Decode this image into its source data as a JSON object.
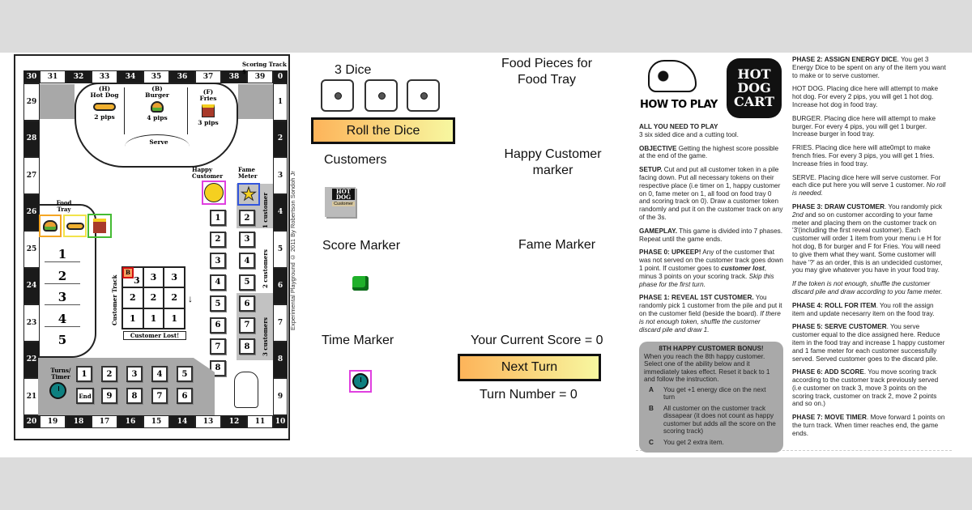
{
  "board": {
    "scoring_track_label": "Scoring Track $",
    "scoring_track": {
      "top": [
        "30",
        "31",
        "32",
        "33",
        "34",
        "35",
        "36",
        "37",
        "38",
        "39",
        "0"
      ],
      "right": [
        "1",
        "2",
        "3",
        "4",
        "5",
        "6",
        "7",
        "8",
        "9"
      ],
      "bottom": [
        "20",
        "19",
        "18",
        "17",
        "16",
        "15",
        "14",
        "13",
        "12",
        "11",
        "10"
      ],
      "left": [
        "29",
        "28",
        "27",
        "26",
        "25",
        "24",
        "23",
        "22",
        "21"
      ]
    },
    "menu": {
      "hotdog": {
        "code": "(H)",
        "name": "Hot Dog",
        "pips": "2 pips"
      },
      "burger": {
        "code": "(B)",
        "name": "Burger",
        "pips": "4 pips"
      },
      "fries": {
        "code": "(F)",
        "name": "Fries",
        "pips": "3 pips"
      },
      "serve": "Serve"
    },
    "food_tray_label": "Food Tray",
    "food_tray_levels": [
      "1",
      "2",
      "3",
      "4",
      "5"
    ],
    "happy_customer_label": "Happy Customer",
    "fame_meter_label": "Fame Meter",
    "happy_track": [
      "1",
      "2",
      "3",
      "4",
      "5",
      "6",
      "7",
      "8"
    ],
    "fame_track": [
      "2",
      "3",
      "4",
      "5",
      "6",
      "7",
      "8"
    ],
    "fame_zones": [
      "1 customer",
      "2 customers",
      "3 customers"
    ],
    "customer_track_label": "Customer Track",
    "customer_track_rows": [
      [
        "3",
        "3",
        "3"
      ],
      [
        "2",
        "2",
        "2"
      ],
      [
        "1",
        "1",
        "1"
      ]
    ],
    "customer_token": "B",
    "customer_lost": "Customer Lost!",
    "turns_label": "Turns/ Timer",
    "turns_row1": [
      "1",
      "2",
      "3",
      "4",
      "5"
    ],
    "turns_row2": [
      "End",
      "9",
      "8",
      "7",
      "6"
    ],
    "copyright": "Experimental Playground © 2011 By Robertson Sondoh Jr"
  },
  "panel": {
    "dice_label": "3 Dice",
    "dice_values": [
      1,
      1,
      1
    ],
    "roll_button": "Roll the Dice",
    "customers_label": "Customers",
    "customer_deck": {
      "logo": "HOT DOG",
      "sub": "Customer"
    },
    "score_marker_label": "Score Marker",
    "time_marker_label": "Time Marker",
    "food_pieces_label": "Food Pieces for Food Tray",
    "happy_marker_label": "Happy Customer marker",
    "fame_marker_label": "Fame Marker",
    "score_text": "Your Current Score = 0",
    "next_turn_button": "Next Turn",
    "turn_text": "Turn Number = 0"
  },
  "rules": {
    "how_to_play": "HOW TO PLAY",
    "logo": "HOT DOG CART",
    "col1": [
      [
        [
          "b",
          "ALL YOU NEED TO PLAY"
        ],
        [
          "br",
          ""
        ],
        [
          "n",
          "3 six sided dice and a cutting tool."
        ]
      ],
      [
        [
          "b",
          "OBJECTIVE"
        ],
        [
          "n",
          " Getting the highest score possible at the end of the game."
        ]
      ],
      [
        [
          "b",
          "SETUP."
        ],
        [
          "n",
          " Cut and put all customer token in a pile facing down. Put all necessary tokens on their respective place (i.e timer on 1, happy customer on 0, fame meter on 1, all food on food tray 0 and scoring track on 0). Draw a customer token randomly and put it on the customer track on any of the 3s."
        ]
      ],
      [
        [
          "b",
          "GAMEPLAY."
        ],
        [
          "n",
          " This game is divided into 7 phases. Repeat until the game ends."
        ]
      ],
      [
        [
          "b",
          "PHASE 0: UPKEEP!"
        ],
        [
          "n",
          " Any of the customer that was not served on the customer track goes down 1 point. If customer goes to "
        ],
        [
          "bi",
          "customer lost"
        ],
        [
          "n",
          ", minus 3 points on your scoring track. "
        ],
        [
          "i",
          "Skip this phase for the first turn."
        ]
      ],
      [
        [
          "b",
          "PHASE 1: REVEAL 1ST CUSTOMER."
        ],
        [
          "n",
          " You randomly pick 1 customer from the pile and put it on the customer field (beside the board). "
        ],
        [
          "i",
          "If there is not enough token, shuffle the customer discard pile and draw 1."
        ]
      ]
    ],
    "bonus": {
      "title": "8TH HAPPY CUSTOMER BONUS!",
      "intro": "When you reach the 8th happy customer. Select one of the ability below and it immediately takes effect. Reset it back to 1 and follow the instruction.",
      "options": [
        {
          "key": "A",
          "text": "You get +1 energy dice on the next turn"
        },
        {
          "key": "B",
          "text": "All customer on the customer track dissapear (it does not count as happy customer but adds all the score on the scoring track)"
        },
        {
          "key": "C",
          "text": "You get 2 extra item."
        }
      ]
    },
    "col2": [
      [
        [
          "b",
          "PHASE 2: ASSIGN ENERGY DICE"
        ],
        [
          "n",
          ". You get 3 Energy Dice to be spent on any of the item you want to make or to serve customer."
        ]
      ],
      [
        [
          "n",
          "HOT DOG. Placing dice here will attempt to make hot dog. For every 2 pips, you will get 1 hot dog. Increase hot dog in food tray."
        ]
      ],
      [
        [
          "n",
          "BURGER. Placing dice here will attempt to make burger. For every 4 pips, you will get 1 burger. Increase burger in food tray."
        ]
      ],
      [
        [
          "n",
          "FRIES. Placing dice here will atte0mpt to make french fries. For every 3 pips, you will get 1 fries. Increase fries in food tray."
        ]
      ],
      [
        [
          "n",
          "SERVE. Placing dice here will serve customer. For each dice put here you will serve 1 customer. "
        ],
        [
          "i",
          "No roll is needed."
        ]
      ],
      [
        [
          "b",
          "PHASE 3: DRAW CUSTOMER"
        ],
        [
          "n",
          ". You randomly pick "
        ],
        [
          "i",
          "2nd"
        ],
        [
          "n",
          " and so on customer according to your fame meter and placing them on the customer track on '3'(including the first reveal customer). Each customer will order 1 item from your menu i.e H for hot dog, B for burger  and F for Fries. You will need to give them what they want. Some customer will have '?' as an order, this is an undecided customer, you may give whatever you have in your food tray."
        ]
      ],
      [
        [
          "i",
          "If the token is not enough, shuffle the customer discard pile and draw according to you fame meter."
        ]
      ],
      [
        [
          "b",
          "PHASE 4: ROLL FOR ITEM"
        ],
        [
          "n",
          ". You roll the assign item and update necesarry item on the food tray."
        ]
      ],
      [
        [
          "b",
          "PHASE 5: SERVE CUSTOMER"
        ],
        [
          "n",
          ". You serve customer equal to the dice assigned here. Reduce item in the food tray and increase 1 happy customer and 1 fame meter for each customer successfully served. Served customer goes to the discard pile."
        ]
      ],
      [
        [
          "b",
          "PHASE 6: ADD SCORE"
        ],
        [
          "n",
          ". You move scoring track according to the customer track previously served (i.e customer on track 3, move 3 points on the scoring track, customer on track 2, move 2 points and so on.)"
        ]
      ],
      [
        [
          "b",
          "PHASE 7: MOVE TIMER"
        ],
        [
          "n",
          ". Move forward 1 points on the turn track. When timer reaches end, the game ends."
        ]
      ]
    ]
  },
  "colors": {
    "button_start": "#fdb45a",
    "button_end": "#f7f7a0",
    "clock": "#0e8080",
    "highlight_magenta": "#e040e0",
    "highlight_blue": "#3355dd",
    "token_orange": "#f7a060"
  }
}
